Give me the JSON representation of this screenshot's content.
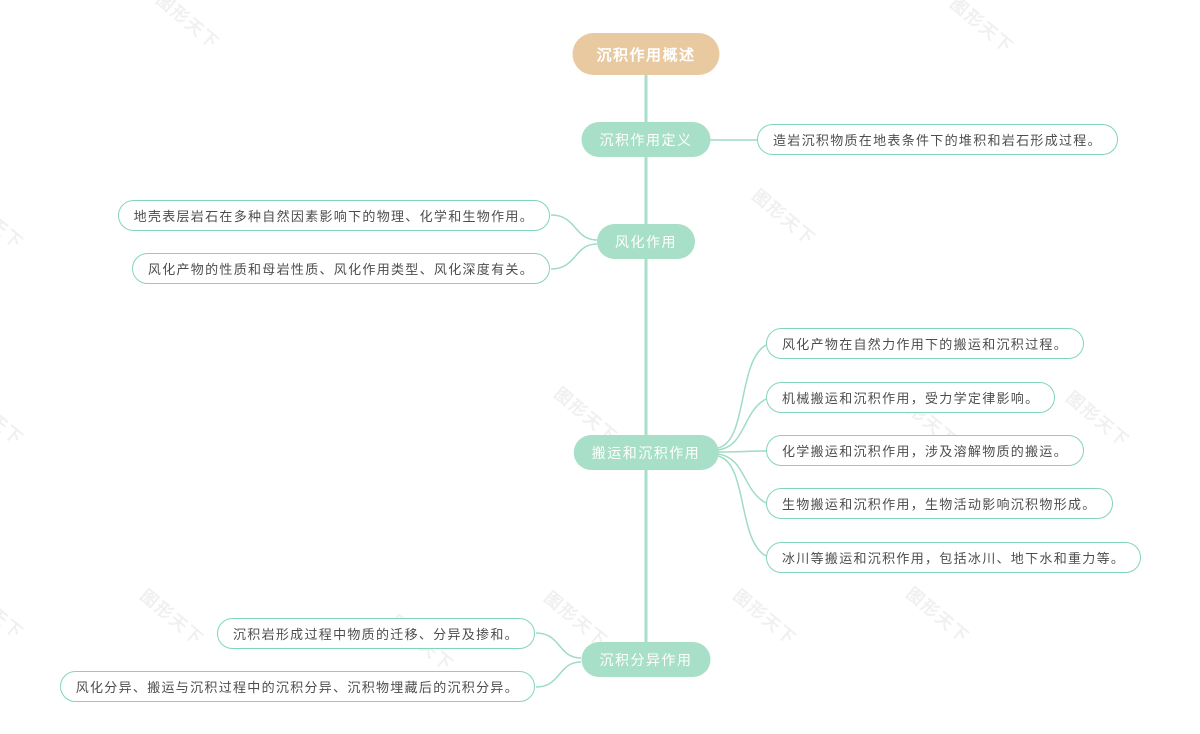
{
  "watermark": {
    "text": "图形天下"
  },
  "colors": {
    "root_fill": "#E9C9A0",
    "branch_fill": "#A8DFC8",
    "connector_line": "#9FDCC4",
    "leaf_border": "#82D6B8",
    "leaf_text": "#4D4D4D",
    "node_text": "#FFFFFF",
    "watermark": "#F0F0F0"
  },
  "mindmap": {
    "root": {
      "label": "沉积作用概述"
    },
    "branches": [
      {
        "label": "沉积作用定义",
        "side": "right",
        "leaves": [
          "造岩沉积物质在地表条件下的堆积和岩石形成过程。"
        ]
      },
      {
        "label": "风化作用",
        "side": "left",
        "leaves": [
          "地壳表层岩石在多种自然因素影响下的物理、化学和生物作用。",
          "风化产物的性质和母岩性质、风化作用类型、风化深度有关。"
        ]
      },
      {
        "label": "搬运和沉积作用",
        "side": "right",
        "leaves": [
          "风化产物在自然力作用下的搬运和沉积过程。",
          "机械搬运和沉积作用，受力学定律影响。",
          "化学搬运和沉积作用，涉及溶解物质的搬运。",
          "生物搬运和沉积作用，生物活动影响沉积物形成。",
          "冰川等搬运和沉积作用，包括冰川、地下水和重力等。"
        ]
      },
      {
        "label": "沉积分异作用",
        "side": "left",
        "leaves": [
          "沉积岩形成过程中物质的迁移、分异及掺和。",
          "风化分异、搬运与沉积过程中的沉积分异、沉积物埋藏后的沉积分异。"
        ]
      }
    ]
  }
}
